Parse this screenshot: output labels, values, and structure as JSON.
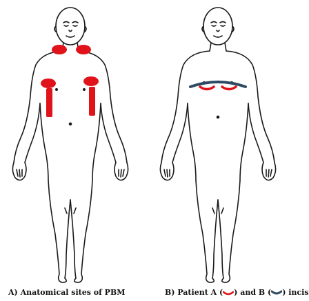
{
  "figure": {
    "panel_a": {
      "caption": "A) Anatomical sites of PBM",
      "marker_color": "#e0131a"
    },
    "panel_b": {
      "caption_prefix": "B) Patient A (",
      "caption_middle": ") and B (",
      "caption_suffix": ") incision",
      "patient_a_color": "#e0131a",
      "patient_b_color": "#2e4a63"
    },
    "line_color": "#1a1a1a"
  }
}
